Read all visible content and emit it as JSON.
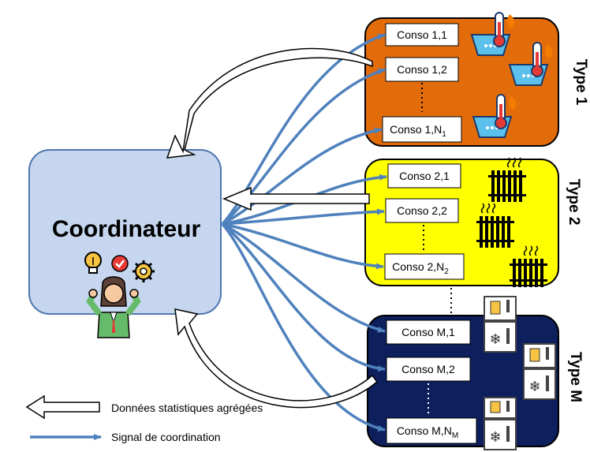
{
  "coordinator": {
    "label": "Coordinateur"
  },
  "groups": [
    {
      "type_label": "Type 1",
      "fill": "#E36C0A",
      "consumers": [
        {
          "name": "Conso 1,1",
          "sub": ""
        },
        {
          "name": "Conso 1,2",
          "sub": ""
        },
        {
          "name": "Conso 1,N",
          "sub": "1"
        }
      ],
      "icon": "water-heater-icon"
    },
    {
      "type_label": "Type 2",
      "fill": "#FFFF00",
      "consumers": [
        {
          "name": "Conso 2,1",
          "sub": ""
        },
        {
          "name": "Conso 2,2",
          "sub": ""
        },
        {
          "name": "Conso 2,N",
          "sub": "2"
        }
      ],
      "icon": "radiator-icon"
    },
    {
      "type_label": "Type M",
      "fill": "#0D1F5C",
      "consumers": [
        {
          "name": "Conso M,1",
          "sub": ""
        },
        {
          "name": "Conso M,2",
          "sub": ""
        },
        {
          "name": "Conso M,N",
          "sub": "M"
        }
      ],
      "icon": "refrigerator-icon"
    }
  ],
  "legend": {
    "aggregated": "Données statistiques agrégées",
    "signal": "Signal de coordination"
  },
  "colors": {
    "coordinator_fill": "#C5D6EE",
    "coordinator_stroke": "#4F77AE",
    "signal_arrow": "#4F81BD"
  }
}
